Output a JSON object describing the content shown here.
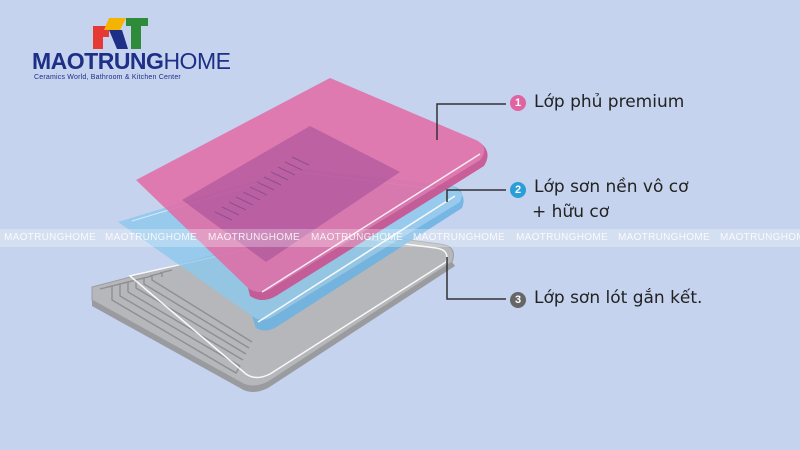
{
  "logo": {
    "brand_bold": "MAOTRUNG",
    "brand_light": "HOME",
    "tagline": "Ceramics World, Bathroom & Kitchen Center",
    "colors": {
      "red": "#e53935",
      "green": "#2e8b3a",
      "yellow": "#f5b400",
      "blue": "#1d2f86"
    }
  },
  "watermark": {
    "text": "MAOTRUNGHOME",
    "positions": [
      4,
      105,
      208,
      311,
      413,
      516,
      618,
      720
    ]
  },
  "layers": [
    {
      "number": "1",
      "label": "Lớp phủ premium",
      "color": "#e0649f",
      "badge_color": "#e0649f"
    },
    {
      "number": "2",
      "label_line1": "Lớp sơn nền vô cơ",
      "label_line2": "+ hữu cơ",
      "color": "#7ec3e8",
      "badge_color": "#2a9ed8"
    },
    {
      "number": "3",
      "label": "Lớp sơn lót gắn kết.",
      "color": "#b8b9bd",
      "badge_color": "#666666"
    }
  ]
}
